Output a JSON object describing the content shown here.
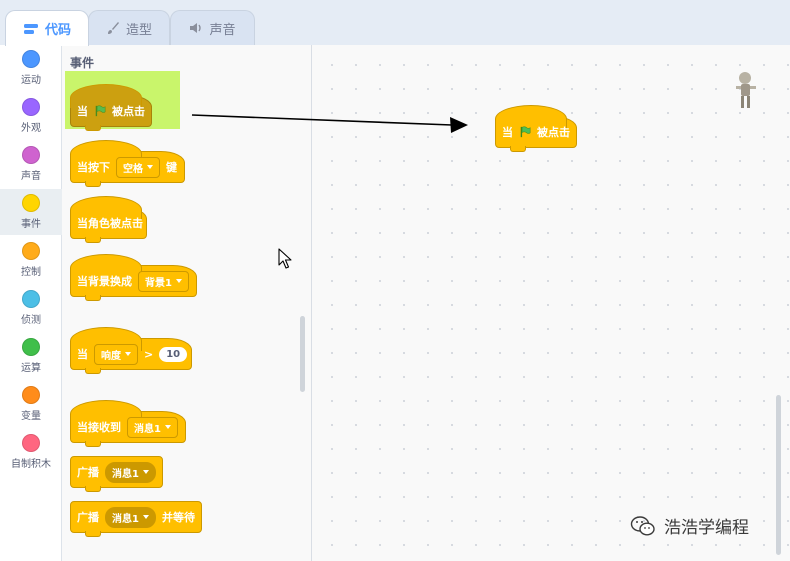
{
  "tabs": [
    {
      "label": "代码",
      "icon": "code-icon"
    },
    {
      "label": "造型",
      "icon": "brush-icon"
    },
    {
      "label": "声音",
      "icon": "speaker-icon"
    }
  ],
  "categories": [
    {
      "label": "运动",
      "color": "#4c97ff"
    },
    {
      "label": "外观",
      "color": "#9966ff"
    },
    {
      "label": "声音",
      "color": "#cf63cf"
    },
    {
      "label": "事件",
      "color": "#ffd500",
      "selected": true
    },
    {
      "label": "控制",
      "color": "#ffab19"
    },
    {
      "label": "侦测",
      "color": "#4cbfe6"
    },
    {
      "label": "运算",
      "color": "#40bf4a"
    },
    {
      "label": "变量",
      "color": "#ff8c1a"
    },
    {
      "label": "自制积木",
      "color": "#ff6680"
    }
  ],
  "palette": {
    "title": "事件",
    "blocks": {
      "flag_clicked": {
        "prefix": "当",
        "suffix": "被点击"
      },
      "key_pressed": {
        "prefix": "当按下",
        "key": "空格",
        "suffix": "键"
      },
      "sprite_clicked": {
        "text": "当角色被点击"
      },
      "backdrop_switch": {
        "prefix": "当背景换成",
        "backdrop": "背景1"
      },
      "greater_than": {
        "prefix": "当",
        "sensor": "响度",
        "op": ">",
        "value": "10"
      },
      "receive": {
        "prefix": "当接收到",
        "message": "消息1"
      },
      "broadcast": {
        "prefix": "广播",
        "message": "消息1"
      },
      "broadcast_wait": {
        "prefix": "广播",
        "message": "消息1",
        "suffix": "并等待"
      }
    }
  },
  "script": {
    "block": {
      "prefix": "当",
      "suffix": "被点击"
    }
  },
  "watermark": {
    "text": "浩浩学编程"
  },
  "colors": {
    "events": "#ffbf00",
    "events_border": "#cc9900",
    "highlight": "#c9f56b",
    "accent": "#4c97ff"
  }
}
